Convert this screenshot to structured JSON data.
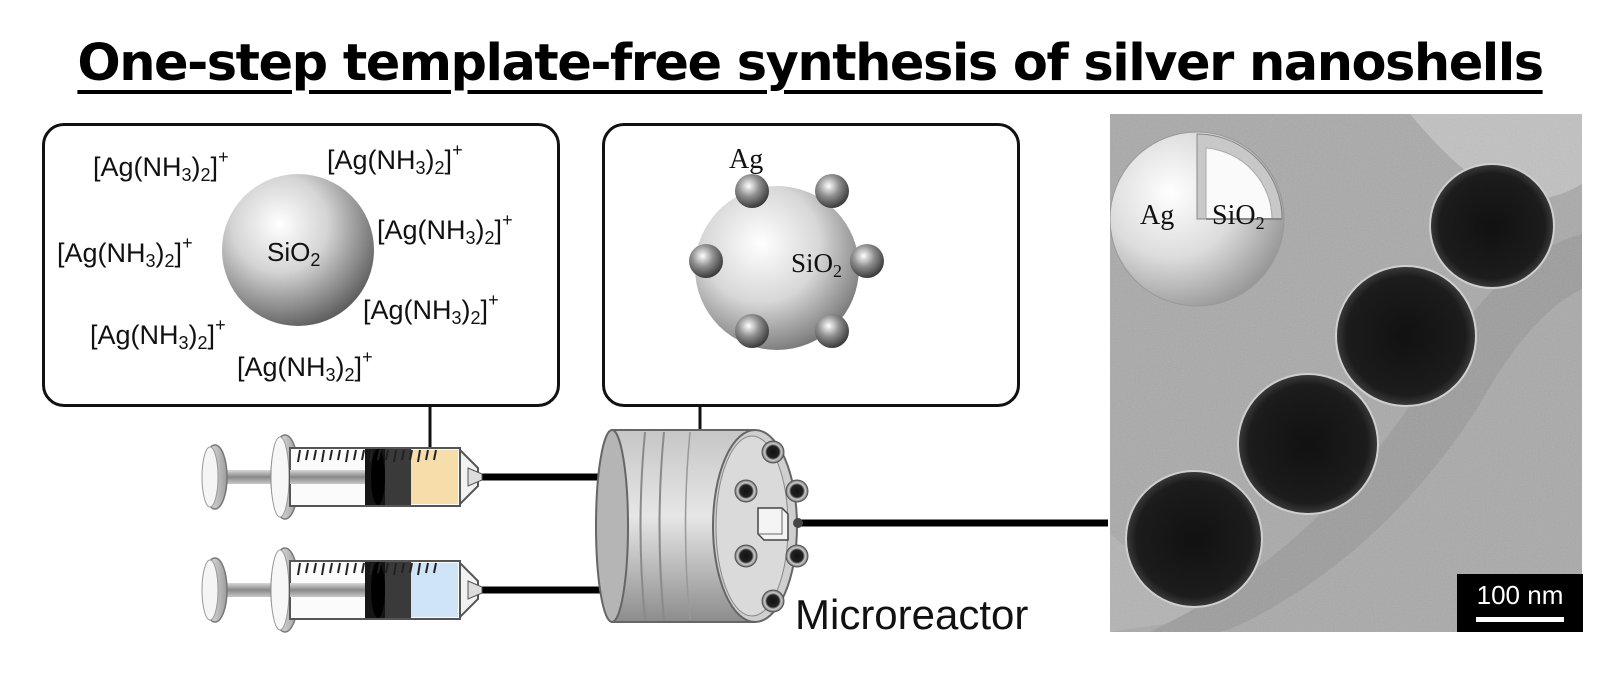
{
  "title": "One-step template-free synthesis of silver nanoshells",
  "left_panel": {
    "core_label": "SiO",
    "core_sub": "2",
    "ion": {
      "text": "[Ag(NH",
      "sub1": "3",
      "mid": ")",
      "sub2": "2",
      "end": "]",
      "sup": "+"
    }
  },
  "middle_panel": {
    "ag_label": "Ag",
    "core_label": "SiO",
    "core_sub": "2"
  },
  "tem": {
    "ag_label": "Ag",
    "core_label": "SiO",
    "core_sub": "2",
    "scale_bar": "100 nm"
  },
  "device_label": "Microreactor",
  "colors": {
    "syringe_top_fluid": "#f6ddaa",
    "syringe_bottom_fluid": "#cfe4f7",
    "tem_background": "#a9a9a9",
    "particle": "#151515"
  }
}
